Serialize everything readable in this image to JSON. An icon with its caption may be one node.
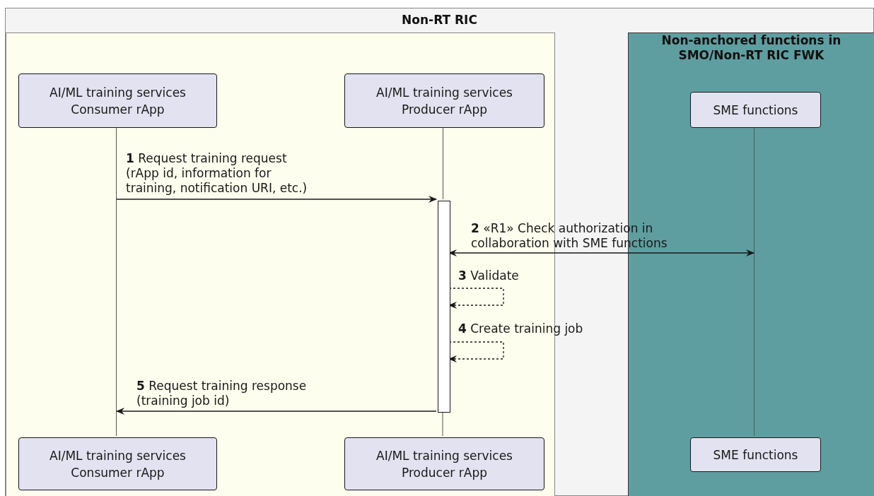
{
  "diagram": {
    "nodes": [
      {
        "text": [
          "Non-RT RIC"
        ]
      },
      {
        "text": [],
        "shape": "box",
        "in": 0
      },
      {
        "text": [
          "Non-anchored functions in SMO/Non-RT RIC FWK"
        ],
        "in": 0
      },
      {
        "text": [
          "AI/ML training services Consumer rApp"
        ],
        "in": 1
      },
      {
        "text": [
          "AI/ML training services Producer rApp"
        ],
        "in": 1
      },
      {
        "text": [
          "SME functions"
        ],
        "in": 2
      },
      {
        "text": [],
        "shape": "bar",
        "in": 1
      },
      {
        "text": [
          "AI/ML training services Consumer rApp"
        ],
        "in": 1
      },
      {
        "text": [
          "AI/ML training services Producer rApp"
        ],
        "in": 1
      },
      {
        "text": [
          "SME functions"
        ],
        "in": 2
      }
    ],
    "edges": [
      {
        "from": 3,
        "to": 7,
        "arrow": "none"
      },
      {
        "from": 4,
        "to": 6,
        "arrow": "none"
      },
      {
        "from": 6,
        "to": 8,
        "arrow": "none"
      },
      {
        "from": 5,
        "to": 9,
        "arrow": "none"
      },
      {
        "from": null,
        "to": 6,
        "arrow": "to",
        "label": "**1** Request training request (rApp id, information for training, notification URI, etc.)"
      },
      {
        "from": 6,
        "to": null,
        "arrow": "both",
        "label": "**2** «R1» Check authorization in collaboration with SME functions"
      },
      {
        "from": 6,
        "to": 6,
        "arrow": "to",
        "style": "dashed",
        "label": "**3** Validate"
      },
      {
        "from": 6,
        "to": 6,
        "arrow": "to",
        "style": "dashed",
        "label": "**4** Create training job"
      },
      {
        "from": 6,
        "to": null,
        "arrow": "to",
        "label": "**5** Request training response (training job id)"
      }
    ]
  }
}
